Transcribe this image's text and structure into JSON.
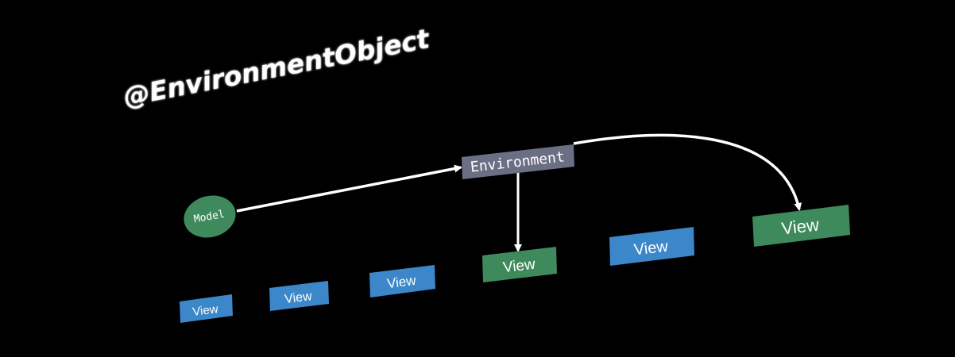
{
  "slide": {
    "title": "@EnvironmentObject",
    "background_color": "#000000"
  },
  "diagram": {
    "model": {
      "label": "Model",
      "color": "#3e8a5c"
    },
    "environment": {
      "label": "Environment",
      "color": "#6b6f83"
    },
    "views": [
      {
        "label": "View",
        "color": "#3b87c9"
      },
      {
        "label": "View",
        "color": "#3b87c9"
      },
      {
        "label": "View",
        "color": "#3b87c9"
      },
      {
        "label": "View",
        "color": "#3e8a5c"
      },
      {
        "label": "View",
        "color": "#3b87c9"
      },
      {
        "label": "View",
        "color": "#3e8a5c"
      }
    ],
    "arrow_color": "#ffffff"
  }
}
